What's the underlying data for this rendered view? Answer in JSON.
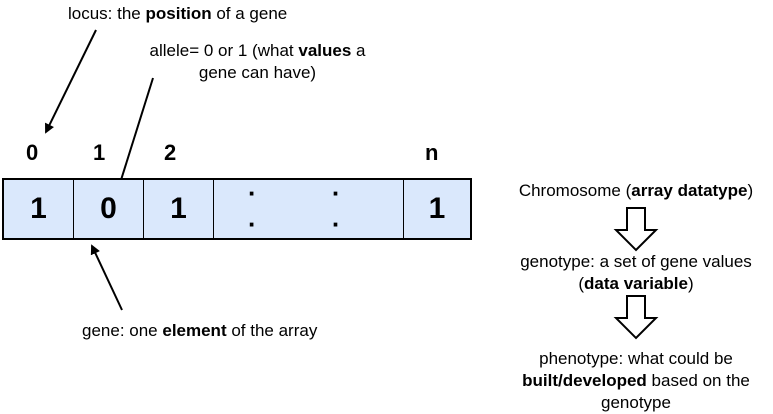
{
  "colors": {
    "cell_fill": "#dae8fc",
    "stroke": "#000000"
  },
  "annotations": {
    "locus": {
      "prefix": "locus: the ",
      "bold": "position",
      "suffix": " of a gene"
    },
    "allele": {
      "prefix": "allele= 0 or 1 (what ",
      "bold": "values",
      "suffix": " a",
      "line2": "gene can have)"
    },
    "gene": {
      "prefix": "gene: one ",
      "bold": "element",
      "suffix": " of the array"
    }
  },
  "indices": [
    "0",
    "1",
    "2",
    "n"
  ],
  "cells": [
    "1",
    "0",
    "1",
    "· · · ·",
    "1"
  ],
  "flow": {
    "chromosome": {
      "prefix": "Chromosome (",
      "bold": "array datatype",
      "suffix": ")"
    },
    "genotype": {
      "line1": "genotype: a set of gene values",
      "open": "(",
      "bold": "data variable",
      "close": ")"
    },
    "phenotype": {
      "line1": "phenotype: what could be",
      "bold": "built/developed",
      "suffix": " based on the",
      "line3": "genotype"
    }
  }
}
